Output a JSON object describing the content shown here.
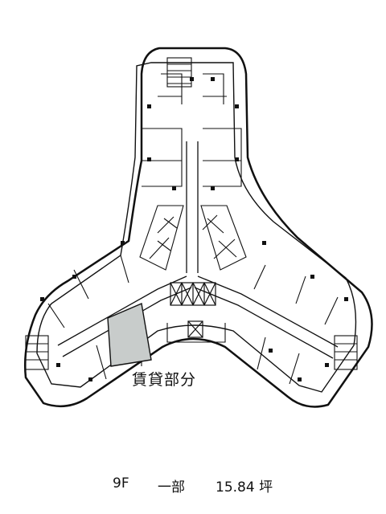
{
  "plan": {
    "rentable_label": "賃貸部分",
    "highlight_color": "#c8cccb",
    "wall_color": "#111111"
  },
  "caption": {
    "floor": "9F",
    "part": "一部",
    "area": "15.84 坪"
  }
}
